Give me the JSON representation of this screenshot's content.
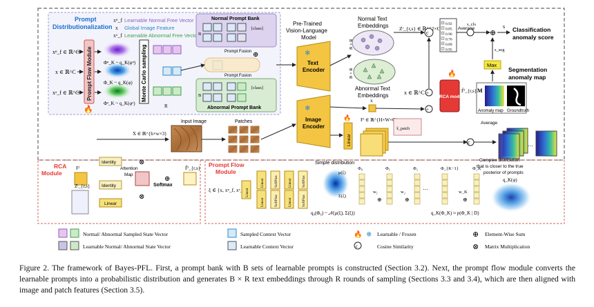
{
  "figure": {
    "prompt_distr_title_1": "Prompt",
    "prompt_distr_title_2": "Distributionalization",
    "legend_normal_free": "Learnable Normal Free Vector",
    "legend_global_image": "Global Image Feature",
    "legend_abnormal_free": "Learnable Abnormal Free Vector",
    "sym_xn_free": "xⁿ_f",
    "sym_x_global": "x",
    "sym_xa_free": "xᵃ_f",
    "input_xn": "xⁿ_f ∈ ℝ^C",
    "input_x": "x ∈ ℝ^C",
    "input_xa": "xᵃ_f ∈ ℝ^C",
    "prompt_flow_module": "Prompt Flow Module",
    "monte_carlo": "Monte Carlo sampling",
    "phi_n": "Φⁿ_K ~ q_K(φⁿ)",
    "phi_mid": "Φ_K ~ q_K(φ)",
    "phi_a": "Φᵃ_K ~ q_K(φᵃ)",
    "normal_bank": "Normal Prompt Bank",
    "abnormal_bank": "Abnormal Prompt Bank",
    "class_token": "[class]",
    "prompt_fusion": "Prompt Fusion",
    "bank_B": "B",
    "R_label": "R",
    "vlm_1": "Pre-Trained",
    "vlm_2": "Vision-Language",
    "vlm_3": "Model",
    "text_encoder_1": "Text",
    "text_encoder_2": "Encoder",
    "image_encoder_1": "Image",
    "image_encoder_2": "Encoder",
    "normal_text_emb_1": "Normal Text",
    "normal_text_emb_2": "Embeddings",
    "abnormal_text_emb_1": "Abnormal Text",
    "abnormal_text_emb_2": "Embeddings",
    "BxR": "B × R",
    "z_text": "Zᵗ_{r,s} ∈ ℝ^{2×C}",
    "average": "Average",
    "s_cls": "s_cls",
    "s_seg": "s_seg",
    "s_out": "s",
    "class_score_1": "Classification",
    "class_score_2": "anomaly score",
    "seg_map_1": "Segmentation",
    "seg_map_2": "anomaly map",
    "max": "Max",
    "rca_module": "RCA module",
    "x_in_c": "x ∈ ℝ^C",
    "M": "M",
    "anomaly_map": "Anomaly map",
    "groundtruth": "Groundtruth",
    "input_image": "Input Image",
    "patches": "Patches",
    "X_in": "X ∈ ℝ^{h×w×3}",
    "F_patch": "Fⁱ ∈ ℝ^{H×W×C}",
    "linear": "Linear",
    "scores": [
      "0.92",
      "0.85",
      "0.96",
      "0.76",
      "0.89",
      "0.95"
    ],
    "rca_title_1": "RCA",
    "rca_title_2": "Module",
    "identity": "Identity",
    "attention_map_1": "Attention",
    "attention_map_2": "Map",
    "softmax": "Softmax",
    "F_rca": "Fⁱ",
    "F_out": "F̂ⁱ_{r,s}",
    "Z_rca": "Zᵗ_{r,s}",
    "pf_title_1": "Prompt Flow",
    "pf_title_2": "Module",
    "xi_set": "ξ ∈ {x, xⁿ_f, xᵃ_f}",
    "softplus": "SoftPlus",
    "simple_distribution": "Simple distribution",
    "mu": "μ(ξ)",
    "sigma": "Σ(ξ)",
    "q0": "q₀(Φ₀) ~ 𝒩(μ(ξ), Σ(ξ))",
    "qK": "q_K(Φ_K) ≈ p(Φ_K | D)",
    "complex_1": "Complex distribution",
    "complex_2": "that is closer to the true",
    "complex_3": "posterior of prompts",
    "qK_phi": "q_K(φ)",
    "phi_labels": [
      "Φ₀",
      "Φ₁",
      "Φ₂",
      "Φ_{K−1}",
      "Φ_K"
    ],
    "w_labels": [
      "w₁",
      "w₂",
      "w_K"
    ],
    "legend": {
      "sampled_state": "Normal/ Abnormal Sampled State Vector",
      "learnable_state": "Learnable Normal/ Abnormal State Vector",
      "sampled_context": "Sampled Context Vector",
      "learnable_context": "Learnable Context Vector",
      "learnable_frozen": "Learnable / Frozen",
      "cosine": "Cosine Similarity",
      "element_sum": "Element-Wise Sum",
      "matrix_mult": "Matrix Multiplication"
    },
    "colors": {
      "normal_purple": "#8a5fc7",
      "global_blue": "#2f86c9",
      "abnormal_green": "#3aa14b",
      "encoder_yellow": "#f4c542",
      "bank_purple": "#ddd3ee",
      "bank_green": "#d8ecd3",
      "linear_yellow": "#f7e17a",
      "rca_red": "#e53935"
    }
  },
  "caption": {
    "prefix": "Figure 2.",
    "text": "The framework of Bayes-PFL. First, a prompt bank with B sets of learnable prompts is constructed (Section 3.2). Next, the prompt flow module converts the learnable prompts into a probabilistic distribution and generates B × R text embeddings through R rounds of sampling (Sections 3.3 and 3.4), which are then aligned with image and patch features (Section 3.5)."
  }
}
